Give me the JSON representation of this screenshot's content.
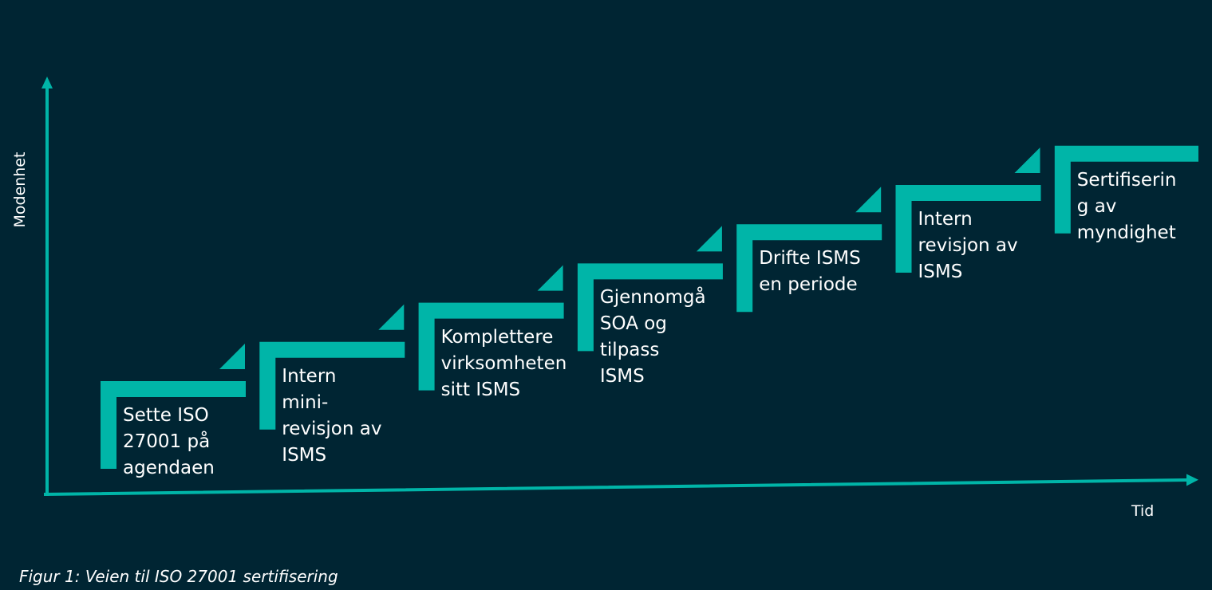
{
  "colors": {
    "background": "#002533",
    "accent": "#00b5a8",
    "text": "#ffffff"
  },
  "axes": {
    "y_label": "Modenhet",
    "x_label": "Tid"
  },
  "steps": [
    {
      "label": "Sette ISO\n27001 på\nagendaen"
    },
    {
      "label": "Intern\nmini-\nrevisjon av\nISMS"
    },
    {
      "label": "Komplettere\nvirksomheten\nsitt ISMS"
    },
    {
      "label": "Gjennomgå\nSOA og\ntilpass\nISMS"
    },
    {
      "label": "Drifte ISMS\nen periode"
    },
    {
      "label": "Intern\nrevisjon av\nISMS"
    },
    {
      "label": "Sertifiserin\ng av\nmyndighet"
    }
  ],
  "caption": "Figur 1: Veien til ISO 27001 sertifisering"
}
